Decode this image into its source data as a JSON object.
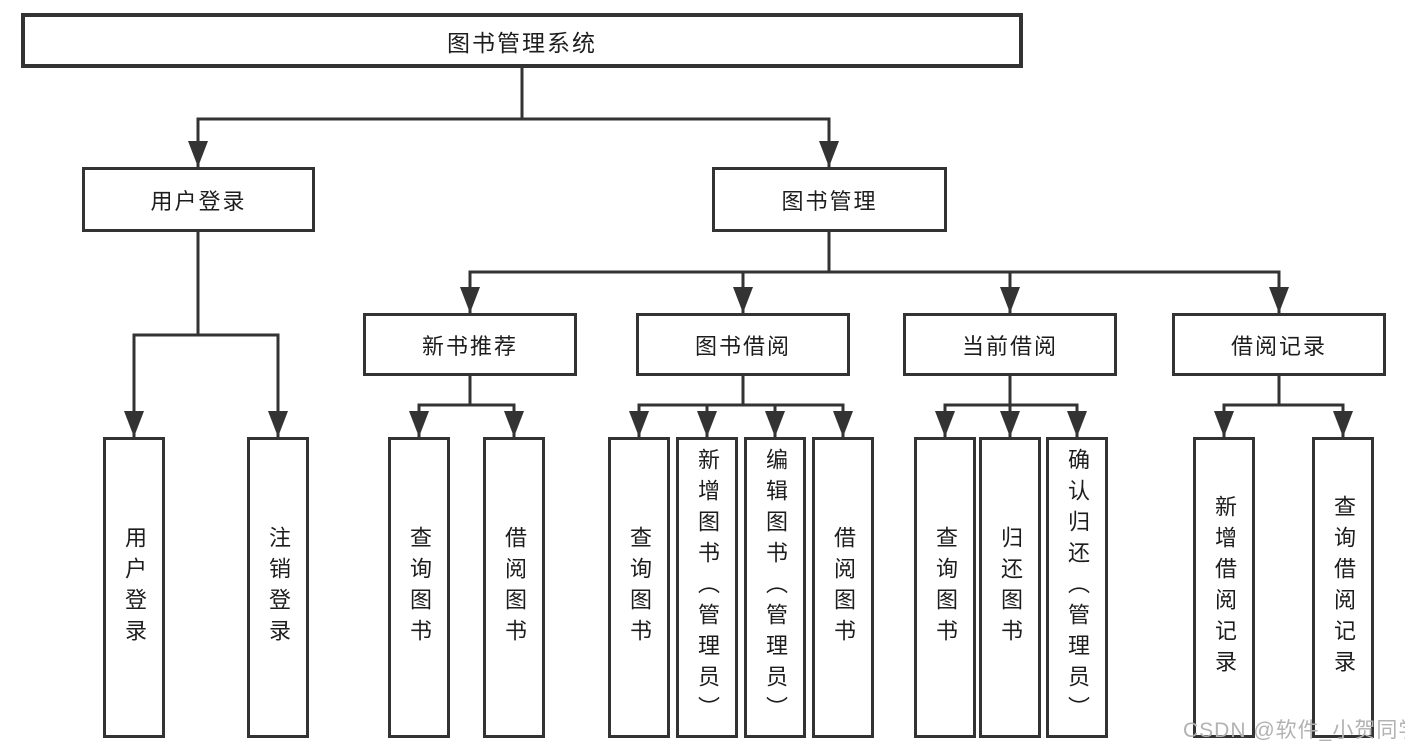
{
  "colors": {
    "line": "#333333",
    "box_border": "#333333",
    "text": "#1d1d1d",
    "watermark": "#b2b2b2",
    "background": "#ffffff"
  },
  "watermark": {
    "text": "CSDN @软件_小贺同学"
  },
  "tree": {
    "label": "图书管理系统",
    "children": [
      {
        "label": "用户登录",
        "children": [
          {
            "label": "用户登录"
          },
          {
            "label": "注销登录"
          }
        ]
      },
      {
        "label": "图书管理",
        "children": [
          {
            "label": "新书推荐",
            "children": [
              {
                "label": "查询图书"
              },
              {
                "label": "借阅图书"
              }
            ]
          },
          {
            "label": "图书借阅",
            "children": [
              {
                "label": "查询图书"
              },
              {
                "label": "新增图书（管理员）"
              },
              {
                "label": "编辑图书（管理员）"
              },
              {
                "label": "借阅图书"
              }
            ]
          },
          {
            "label": "当前借阅",
            "children": [
              {
                "label": "查询图书"
              },
              {
                "label": "归还图书"
              },
              {
                "label": "确认归还（管理员）"
              }
            ]
          },
          {
            "label": "借阅记录",
            "children": [
              {
                "label": "新增借阅记录"
              },
              {
                "label": "查询借阅记录"
              }
            ]
          }
        ]
      }
    ]
  }
}
